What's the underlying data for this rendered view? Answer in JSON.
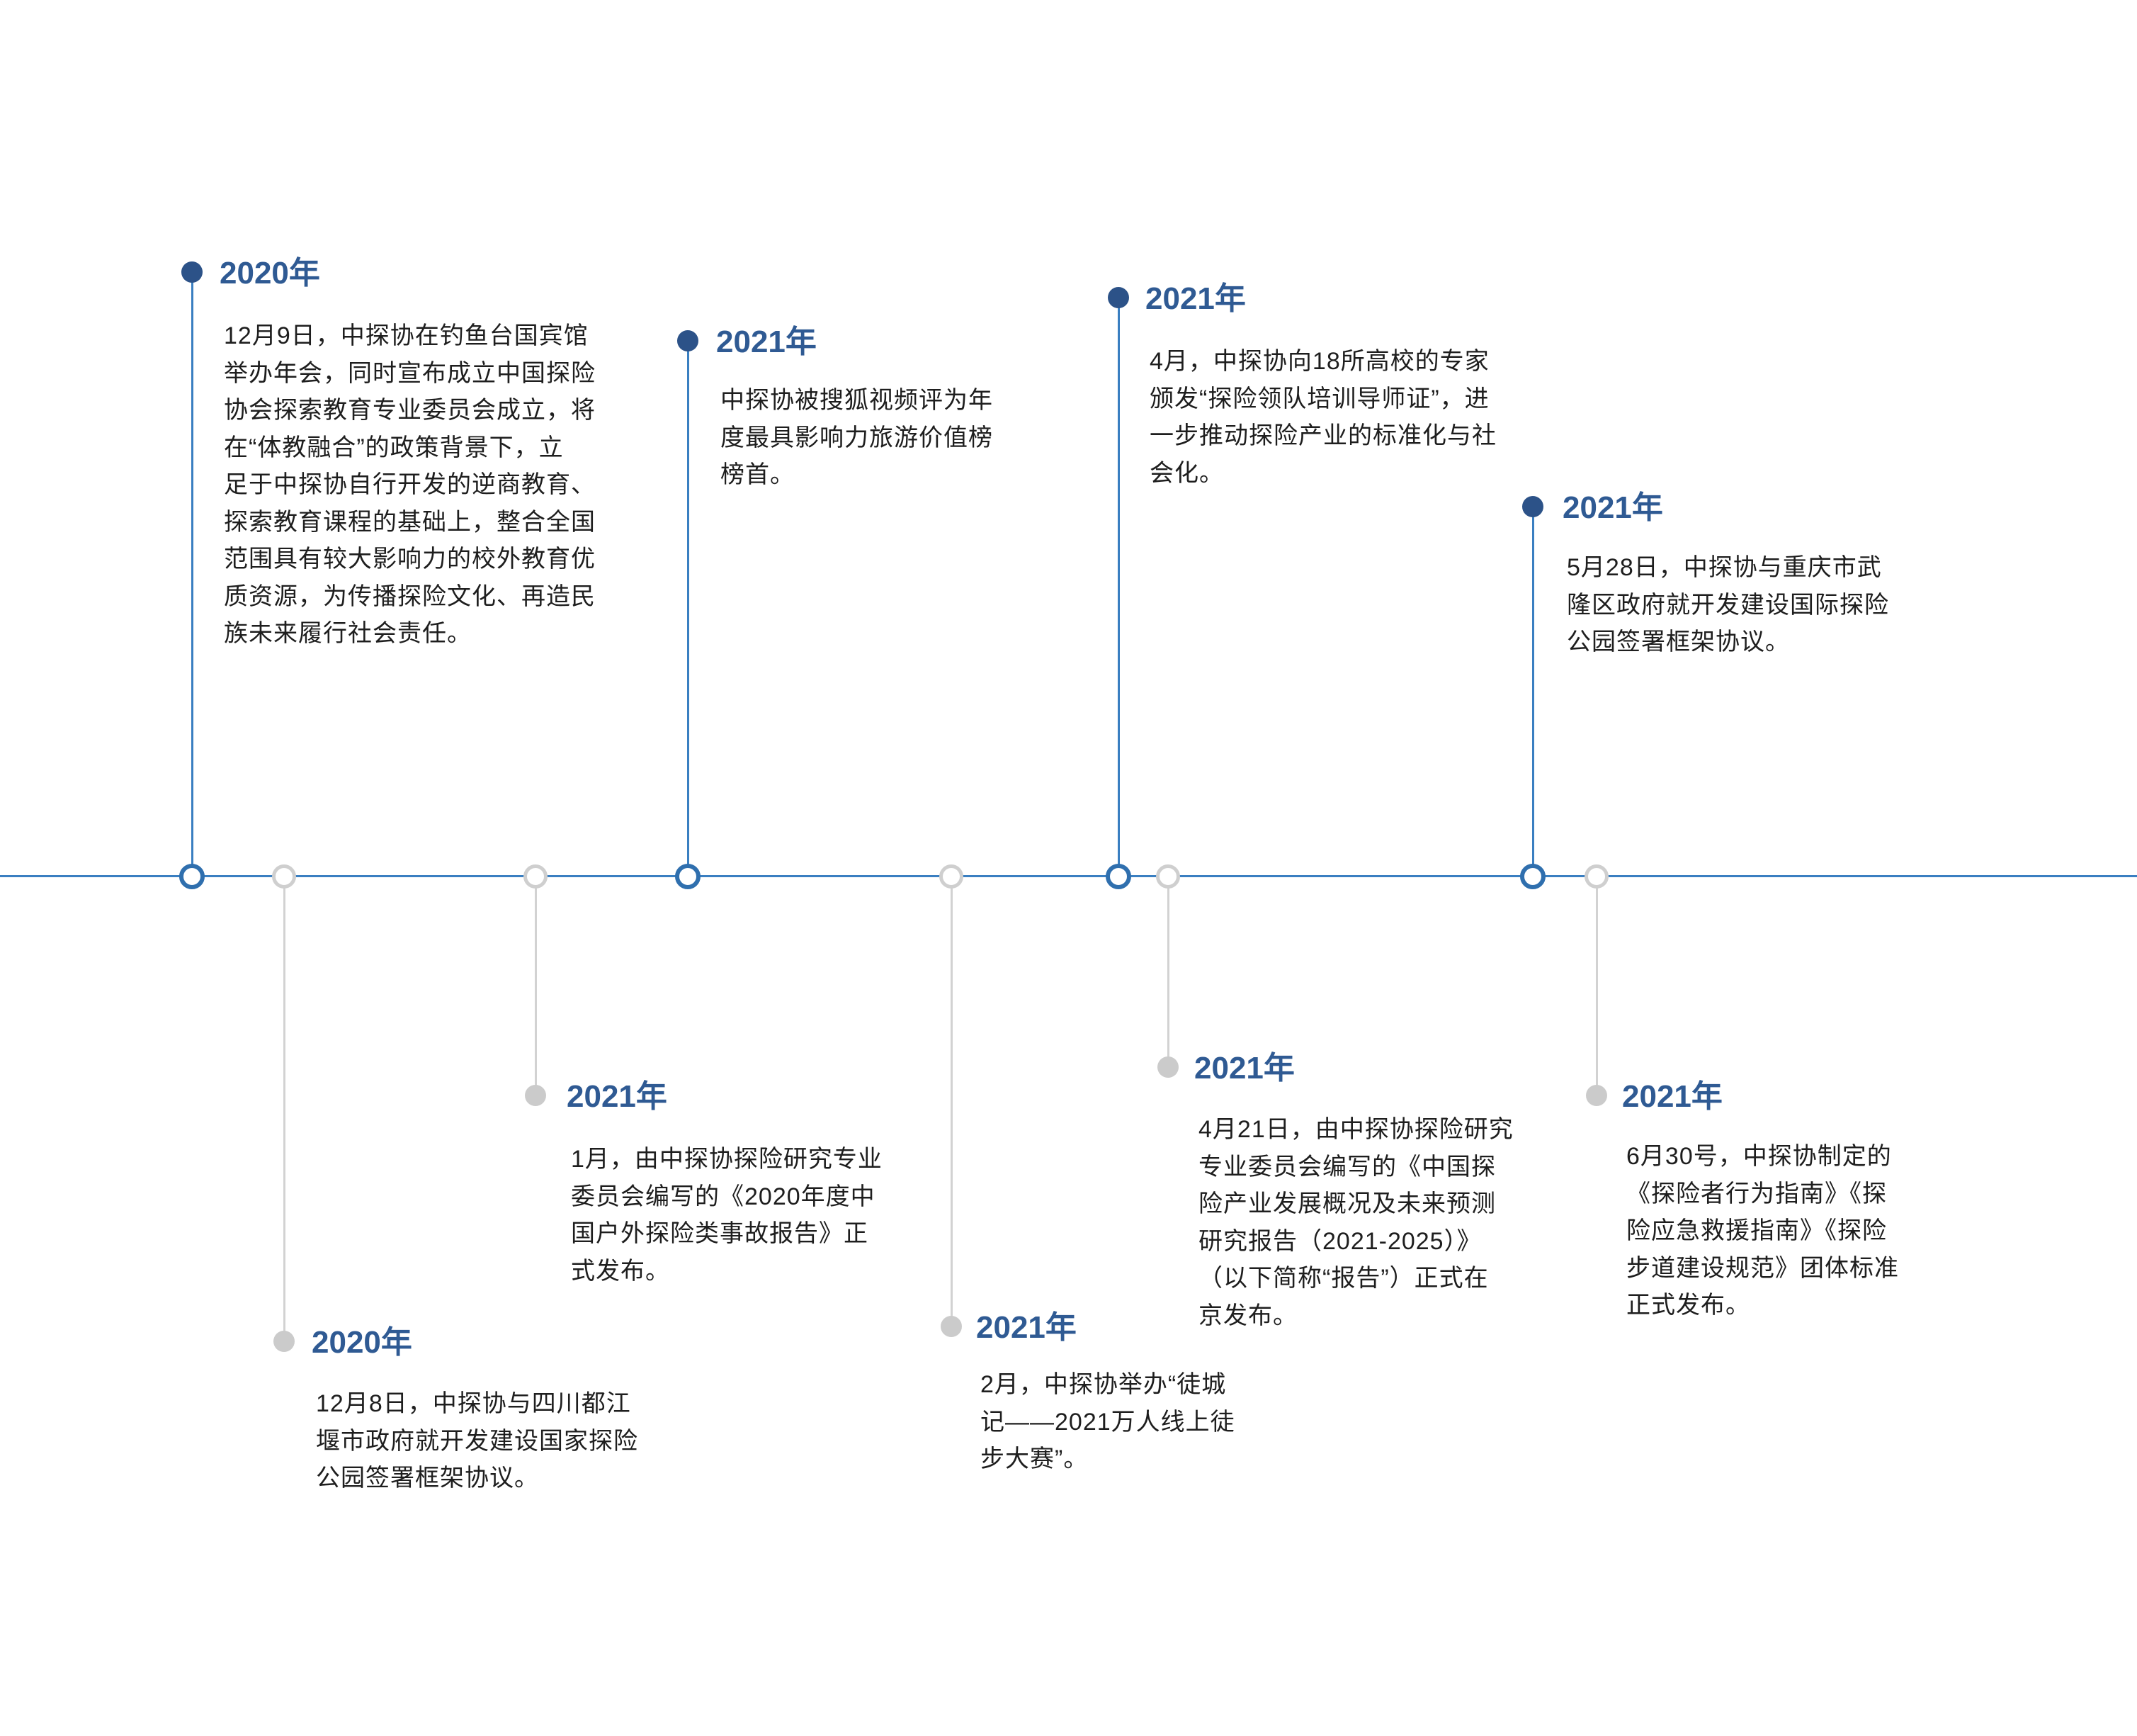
{
  "colors": {
    "axis": "#3a7fc1",
    "upper_dot": "#2c5288",
    "lower_dot": "#cbcbcb",
    "title": "#2f5a93"
  },
  "events": [
    {
      "year": "2020年",
      "side": "upper",
      "lines": [
        "12月9日，中探协在钓鱼台国宾馆",
        "举办年会，同时宣布成立中国探险",
        "协会探索教育专业委员会成立，将",
        "在“体教融合”的政策背景下，立",
        "足于中探协自行开发的逆商教育、",
        "探索教育课程的基础上，整合全国",
        "范围具有较大影响力的校外教育优",
        "质资源，为传播探险文化、再造民",
        "族未来履行社会责任。"
      ]
    },
    {
      "year": "2020年",
      "side": "lower",
      "lines": [
        "12月8日，中探协与四川都江",
        "堰市政府就开发建设国家探险",
        "公园签署框架协议。"
      ]
    },
    {
      "year": "2021年",
      "side": "lower",
      "lines": [
        "1月，由中探协探险研究专业",
        "委员会编写的《2020年度中",
        "国户外探险类事故报告》正",
        "式发布。"
      ]
    },
    {
      "year": "2021年",
      "side": "upper",
      "lines": [
        "中探协被搜狐视频评为年",
        "度最具影响力旅游价值榜",
        "榜首。"
      ]
    },
    {
      "year": "2021年",
      "side": "lower",
      "lines": [
        "2月，中探协举办“徒城",
        "记——2021万人线上徒",
        "步大赛”。"
      ]
    },
    {
      "year": "2021年",
      "side": "upper",
      "lines": [
        "4月，中探协向18所高校的专家",
        "颁发“探险领队培训导师证”，进",
        "一步推动探险产业的标准化与社",
        "会化。"
      ]
    },
    {
      "year": "2021年",
      "side": "lower",
      "lines": [
        "4月21日，由中探协探险研究",
        "专业委员会编写的《中国探",
        "险产业发展概况及未来预测",
        "研究报告（2021-2025）》",
        "（以下简称“报告”）正式在",
        "京发布。"
      ]
    },
    {
      "year": "2021年",
      "side": "upper",
      "lines": [
        "5月28日，中探协与重庆市武",
        "隆区政府就开发建设国际探险",
        "公园签署框架协议。"
      ]
    },
    {
      "year": "2021年",
      "side": "lower",
      "lines": [
        "6月30号，中探协制定的",
        "《探险者行为指南》《探",
        "险应急救援指南》《探险",
        "步道建设规范》团体标准",
        "正式发布。"
      ]
    }
  ]
}
